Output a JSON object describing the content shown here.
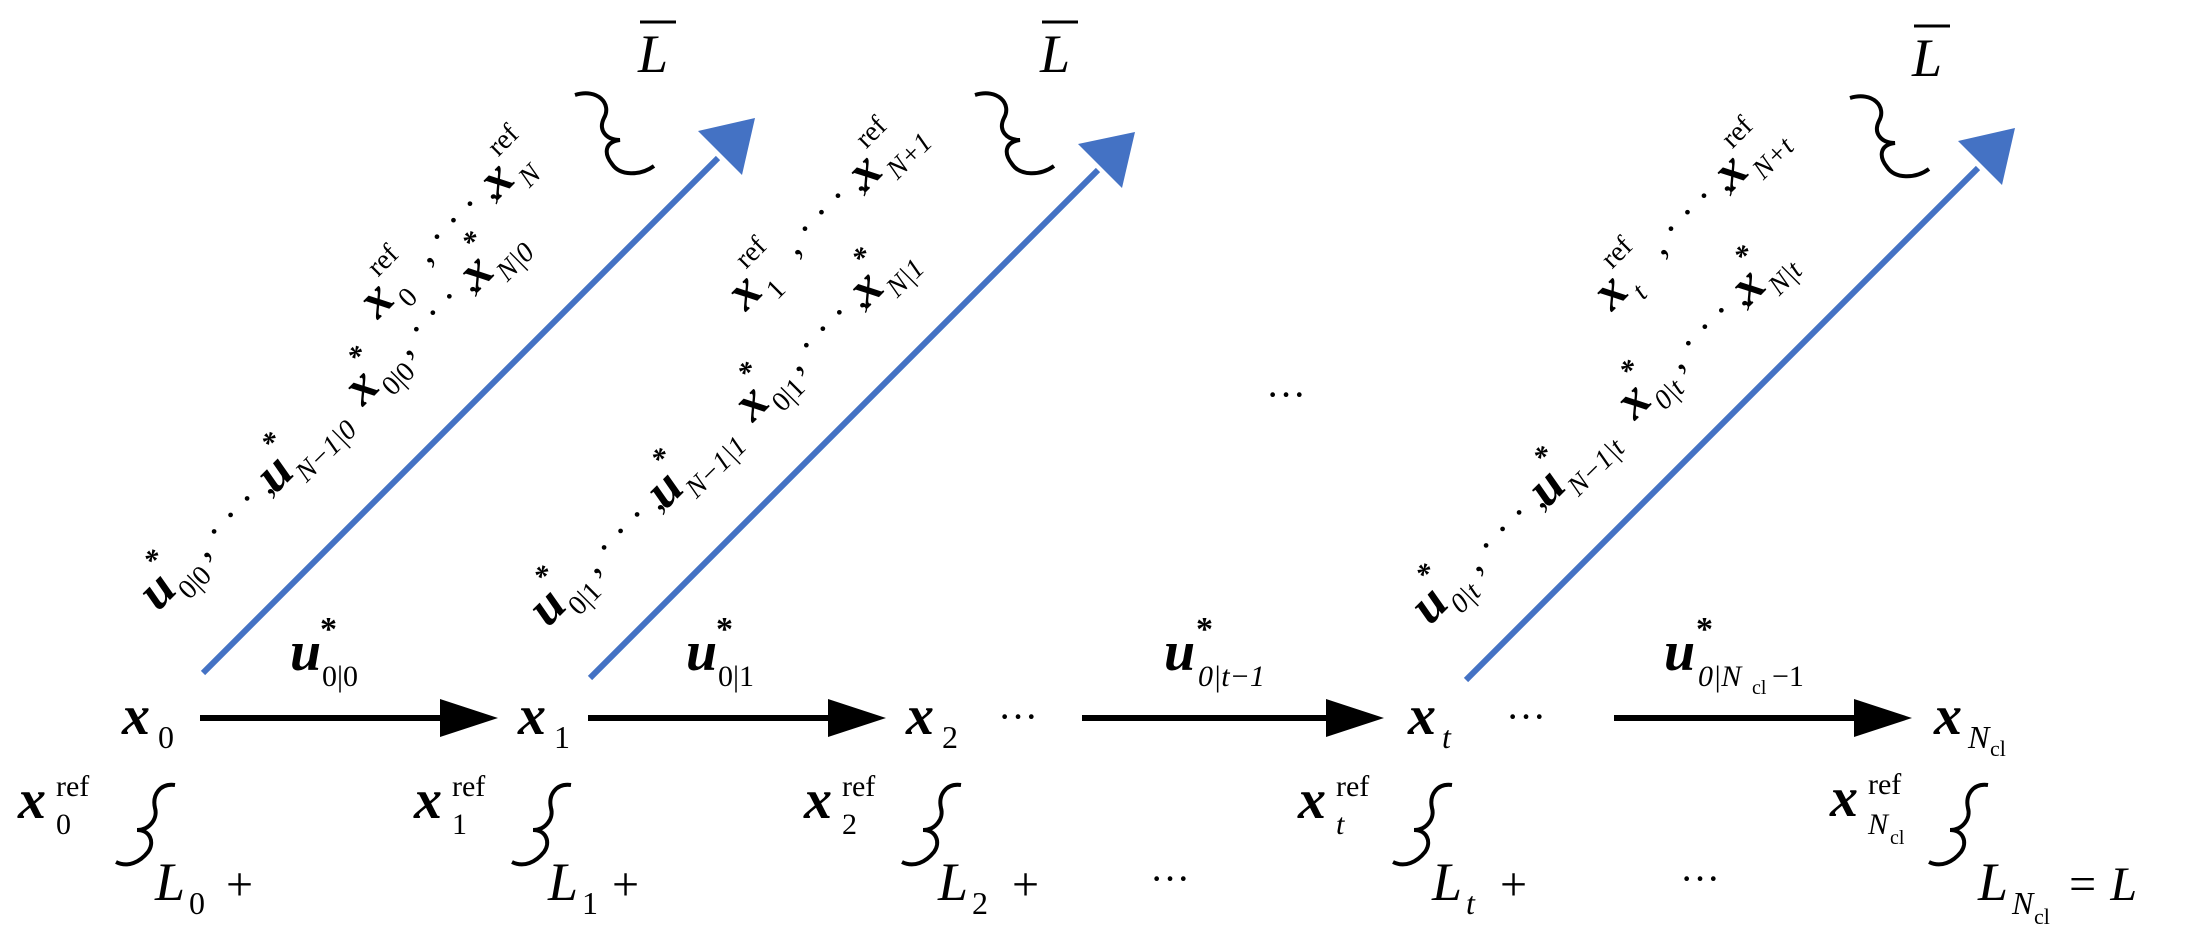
{
  "diagram": {
    "states": [
      {
        "sym": "x",
        "sub": "0",
        "sub_italic": false,
        "ref_sub": "0",
        "ref_sub_italic": false,
        "L_sub": "0",
        "L_sub_italic": false,
        "L_suffix": "+"
      },
      {
        "sym": "x",
        "sub": "1",
        "sub_italic": false,
        "ref_sub": "1",
        "ref_sub_italic": false,
        "L_sub": "1",
        "L_sub_italic": false,
        "L_suffix": "+"
      },
      {
        "sym": "x",
        "sub": "2",
        "sub_italic": false,
        "ref_sub": "2",
        "ref_sub_italic": false,
        "L_sub": "2",
        "L_sub_italic": false,
        "L_suffix": "+"
      },
      {
        "sym": "x",
        "sub": "t",
        "sub_italic": true,
        "ref_sub": "t",
        "ref_sub_italic": true,
        "L_sub": "t",
        "L_sub_italic": true,
        "L_suffix": "+"
      },
      {
        "sym": "x",
        "sub": "N",
        "sub_italic": true,
        "subsub": "cl",
        "ref_sub": "N",
        "ref_sub_italic": true,
        "ref_subsub": "cl",
        "L_sub": "N",
        "L_sub_italic": true,
        "L_subsub": "cl",
        "L_suffix": "= L"
      }
    ],
    "ref_sup": "ref",
    "ellipsis": "···",
    "transitions": [
      {
        "sym": "u",
        "star": "*",
        "sub": "0|0"
      },
      {
        "sym": "u",
        "star": "*",
        "sub": "0|1"
      },
      {
        "sym": "u",
        "star": "*",
        "sub": "0|t−1"
      },
      {
        "sym": "u",
        "star": "*",
        "sub": "0|N",
        "subsub": "cl",
        "sub_tail": "−1"
      }
    ],
    "horizons": [
      {
        "Lbar": "L",
        "line1": [
          "x",
          "ref",
          "0",
          ", · · · , ",
          "x",
          "ref",
          "N"
        ],
        "line2": [
          "u",
          "*",
          "0|0",
          ", · · · , ",
          "u",
          "*",
          "N−1|0",
          "x",
          "*",
          "0|0",
          ", · · · , ",
          "x",
          "*",
          "N|0"
        ]
      },
      {
        "Lbar": "L",
        "line1": [
          "x",
          "ref",
          "1",
          ", · · · , ",
          "x",
          "ref",
          "N+1"
        ],
        "line2": [
          "u",
          "*",
          "0|1",
          ", · · · , ",
          "u",
          "*",
          "N−1|1",
          "x",
          "*",
          "0|1",
          ", · · · , ",
          "x",
          "*",
          "N|1"
        ]
      },
      {
        "Lbar": "L",
        "line1": [
          "x",
          "ref",
          "t",
          ", · · · , ",
          "x",
          "ref",
          "N+t"
        ],
        "line2": [
          "u",
          "*",
          "0|t",
          ", · · · , ",
          "u",
          "*",
          "N−1|t",
          "x",
          "*",
          "0|t",
          ", · · · , ",
          "x",
          "*",
          "N|t"
        ]
      }
    ],
    "colors": {
      "arrow_black": "#000000",
      "arrow_blue": "#4472C4",
      "text": "#000000"
    }
  }
}
